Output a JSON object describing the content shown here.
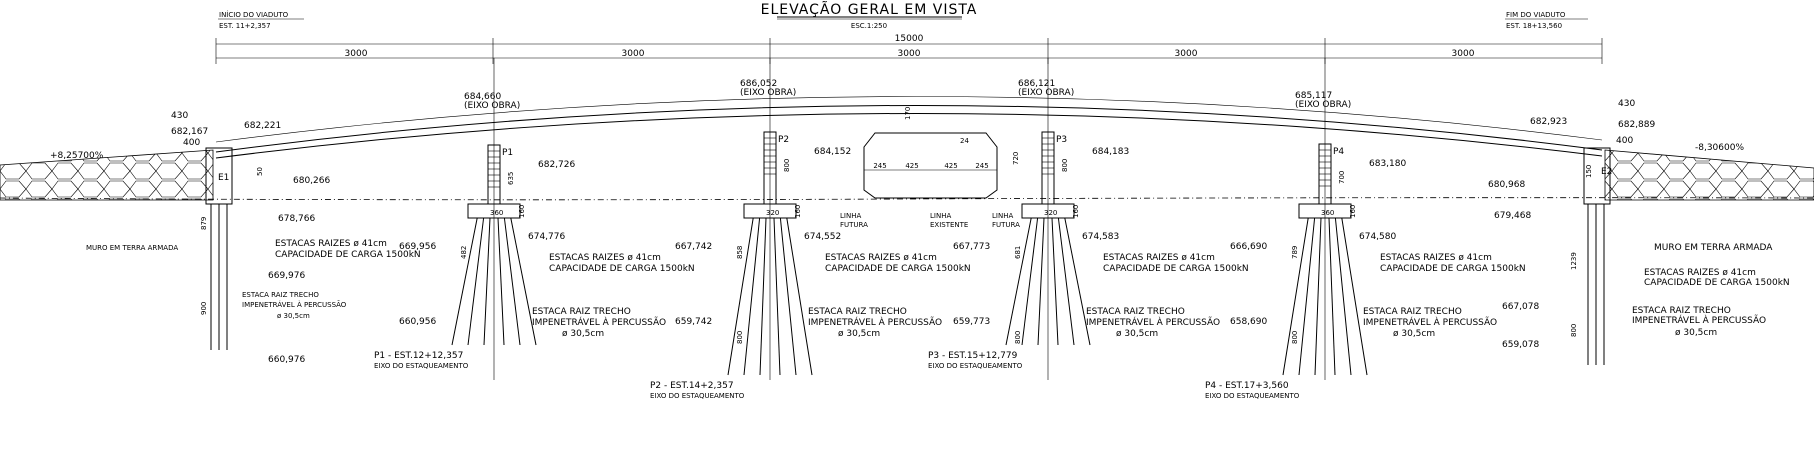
{
  "title": "ELEVAÇÃO GERAL EM VISTA",
  "scale": "ESC.1:250",
  "total_span": "15000",
  "span_dims": [
    "3000",
    "3000",
    "3000",
    "3000",
    "3000"
  ],
  "start": {
    "label": "INÍCIO DO VIADUTO",
    "station": "EST. 11+2,357"
  },
  "end": {
    "label": "FIM DO VIADUTO",
    "station": "EST. 18+13,560"
  },
  "slopes": {
    "left": "+8,25700%",
    "right": "-8,30600%"
  },
  "abutment_left": {
    "name": "E1",
    "dim_430": "430",
    "dim_400": "400",
    "el_top": "682,167",
    "el_deck": "682,221",
    "el_cap": "680,266",
    "el_base": "678,766",
    "el_tip": "669,976",
    "el_pile": "660,976",
    "dim_879": "879",
    "dim_900": "900",
    "dim_50": "50",
    "wall": "MURO EM TERRA ARMADA",
    "pile_label": "ESTACAS RAIZES ø 41cm",
    "pile_cap": "CAPACIDADE DE CARGA 1500kN",
    "rock1": "ESTACA RAIZ TRECHO",
    "rock2": "IMPENETRÁVEL À PERCUSSÃO",
    "rock3": "ø 30,5cm"
  },
  "abutment_right": {
    "name": "E2",
    "dim_430": "430",
    "dim_400": "400",
    "el_top": "682,923",
    "el_deck": "682,889",
    "el_cap": "680,968",
    "el_base": "679,468",
    "el_tip": "667,078",
    "el_pile": "659,078",
    "dim_1239": "1239",
    "dim_800": "800",
    "dim_150": "150",
    "wall": "MURO EM TERRA ARMADA",
    "pile_label": "ESTACAS RAIZES ø 41cm",
    "pile_cap": "CAPACIDADE DE CARGA 1500kN",
    "rock1": "ESTACA RAIZ TRECHO",
    "rock2": "IMPENETRÁVEL À PERCUSSÃO",
    "rock3": "ø 30,5cm"
  },
  "piers": [
    {
      "name": "P1",
      "el_axis": "684,660",
      "axis_note": "(EIXO OBRA)",
      "el_col": "682,726",
      "el_cap": "674,776",
      "el_socket": "669,956",
      "el_tip": "660,956",
      "col_h": "635",
      "cap_w": "360",
      "cap_h": "160",
      "pile_len": "482",
      "station": "P1 - EST.12+12,357",
      "axis": "EIXO DO ESTAQUEAMENTO",
      "pile_label": "ESTACAS RAIZES ø 41cm",
      "pile_cap": "CAPACIDADE DE CARGA 1500kN",
      "rock1": "ESTACA RAIZ TRECHO",
      "rock2": "IMPENETRÁVEL À PERCUSSÃO",
      "rock3": "ø 30,5cm"
    },
    {
      "name": "P2",
      "el_axis": "686,052",
      "axis_note": "(EIXO OBRA)",
      "el_col": "684,152",
      "el_cap": "674,552",
      "el_socket": "667,742",
      "el_tip": "659,742",
      "col_h": "800",
      "cap_w": "320",
      "cap_h": "160",
      "pile_len": "858",
      "rock_len": "800",
      "station": "P2 - EST.14+2,357",
      "axis": "EIXO DO ESTAQUEAMENTO",
      "pile_label": "ESTACAS RAIZES ø 41cm",
      "pile_cap": "CAPACIDADE DE CARGA 1500kN",
      "rock1": "ESTACA RAIZ TRECHO",
      "rock2": "IMPENETRÁVEL À PERCUSSÃO",
      "rock3": "ø 30,5cm"
    },
    {
      "name": "P3",
      "el_axis": "686,121",
      "axis_note": "(EIXO OBRA)",
      "el_col": "684,183",
      "el_cap": "674,583",
      "el_socket": "667,773",
      "el_tip": "659,773",
      "col_h": "800",
      "cap_w": "320",
      "cap_h": "160",
      "pile_len": "681",
      "rock_len": "800",
      "station": "P3 - EST.15+12,779",
      "axis": "EIXO DO ESTAQUEAMENTO",
      "pile_label": "ESTACAS RAIZES ø 41cm",
      "pile_cap": "CAPACIDADE DE CARGA 1500kN",
      "rock1": "ESTACA RAIZ TRECHO",
      "rock2": "IMPENETRÁVEL À PERCUSSÃO",
      "rock3": "ø 30,5cm"
    },
    {
      "name": "P4",
      "el_axis": "685,117",
      "axis_note": "(EIXO OBRA)",
      "el_col": "683,180",
      "el_cap": "674,580",
      "el_socket": "666,690",
      "el_tip": "658,690",
      "col_h": "700",
      "cap_w": "360",
      "cap_h": "160",
      "pile_len": "789",
      "rock_len": "800",
      "station": "P4 - EST.17+3,560",
      "axis": "EIXO DO ESTAQUEAMENTO",
      "pile_label": "ESTACAS RAIZES ø 41cm",
      "pile_cap": "CAPACIDADE DE CARGA 1500kN",
      "rock1": "ESTACA RAIZ TRECHO",
      "rock2": "IMPENETRÁVEL À PERCUSSÃO",
      "rock3": "ø 30,5cm"
    }
  ],
  "clearance": {
    "dims": [
      "245",
      "425",
      "425",
      "245"
    ],
    "h_170": "170",
    "h_720": "720",
    "h_24": "24",
    "future1": "LINHA\nFUTURA",
    "existing": "LINHA\nEXISTENTE",
    "future2": "LINHA\nFUTURA"
  },
  "rail_labels": {
    "l1a": "LINHA",
    "l1b": "FUTURA",
    "l2a": "LINHA",
    "l2b": "EXISTENTE",
    "l3a": "LINHA",
    "l3b": "FUTURA"
  }
}
